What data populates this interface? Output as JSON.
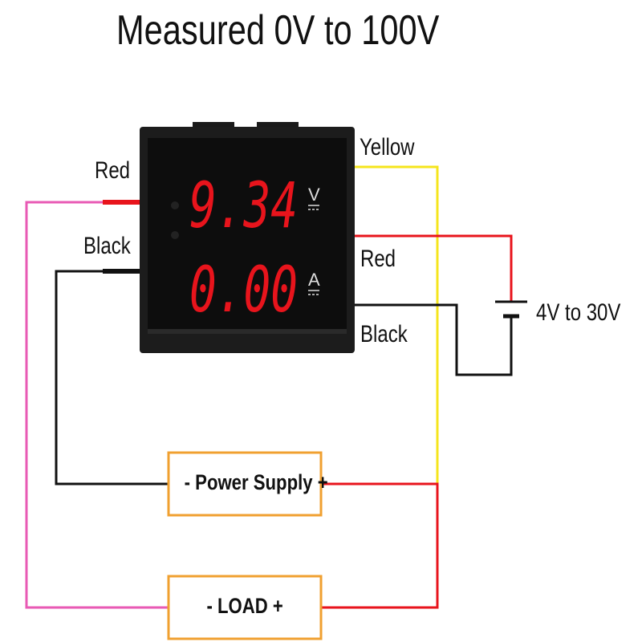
{
  "title": "Measured 0V to 100V",
  "meter": {
    "voltage_reading": "9.34",
    "current_reading": "0.00",
    "voltage_unit": "V",
    "current_unit": "A",
    "display_color": "#e8141c"
  },
  "left_wires": {
    "red_label": "Red",
    "black_label": "Black"
  },
  "right_wires": {
    "yellow_label": "Yellow",
    "red_label": "Red",
    "black_label": "Black"
  },
  "battery": {
    "label": "4V to 30V"
  },
  "power_supply_box": {
    "label": "- Power Supply +"
  },
  "load_box": {
    "label": "- LOAD +"
  },
  "colors": {
    "red_wire": "#e8141c",
    "black_wire": "#111111",
    "yellow_wire": "#f5e51c",
    "pink_wire": "#e85ab4",
    "box_border": "#f0a030"
  }
}
